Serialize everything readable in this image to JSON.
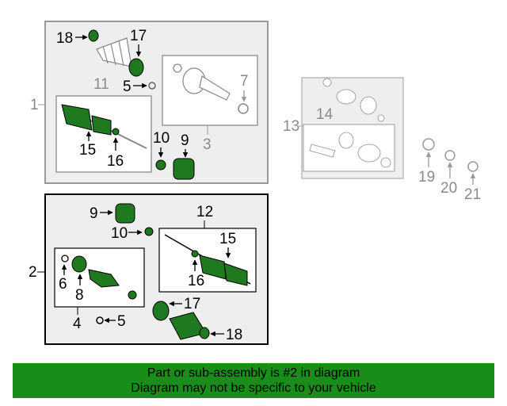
{
  "callouts": {
    "c1": "1",
    "c2": "2",
    "c3": "3",
    "c4": "4",
    "c5a": "5",
    "c5b": "5",
    "c6": "6",
    "c7": "7",
    "c8": "8",
    "c9a": "9",
    "c9b": "9",
    "c10a": "10",
    "c10b": "10",
    "c11": "11",
    "c12": "12",
    "c13": "13",
    "c14": "14",
    "c15a": "15",
    "c15b": "15",
    "c16a": "16",
    "c16b": "16",
    "c17a": "17",
    "c17b": "17",
    "c18a": "18",
    "c18b": "18",
    "c19": "19",
    "c20": "20",
    "c21": "21"
  },
  "banner": {
    "line1": "Part or sub-assembly is #2 in diagram",
    "line2": "Diagram may not be specific to your vehicle"
  },
  "colors": {
    "highlight_part": "#1f7a1f",
    "banner_bg": "#198c19",
    "inactive_gray": "#9a9a9a"
  }
}
